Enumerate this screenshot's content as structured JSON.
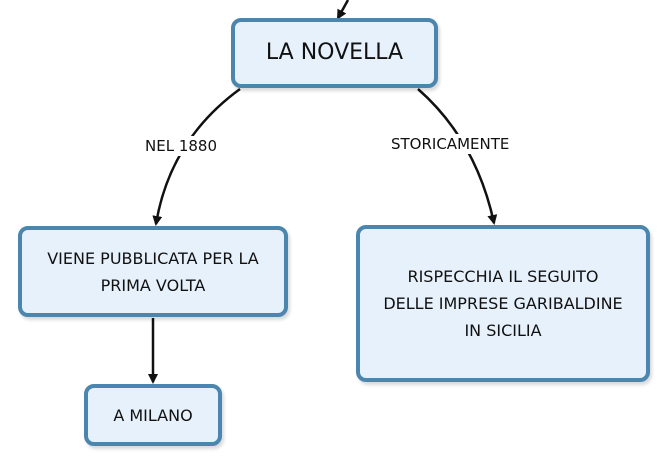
{
  "nodes": {
    "la_novella": "LA NOVELLA",
    "viene_pubblicata": "VIENE PUBBLICATA PER LA\nPRIMA VOLTA",
    "a_milano": "A MILANO",
    "rispecchia": "RISPECCHIA IL SEGUITO\nDELLE IMPRESE GARIBALDINE\nIN SICILIA"
  },
  "links": {
    "nel_1880": "NEL 1880",
    "storicamente": "STORICAMENTE"
  },
  "colors": {
    "node_fill": "#e6f1fb",
    "node_border": "#4a86ad",
    "connector": "#111111"
  }
}
